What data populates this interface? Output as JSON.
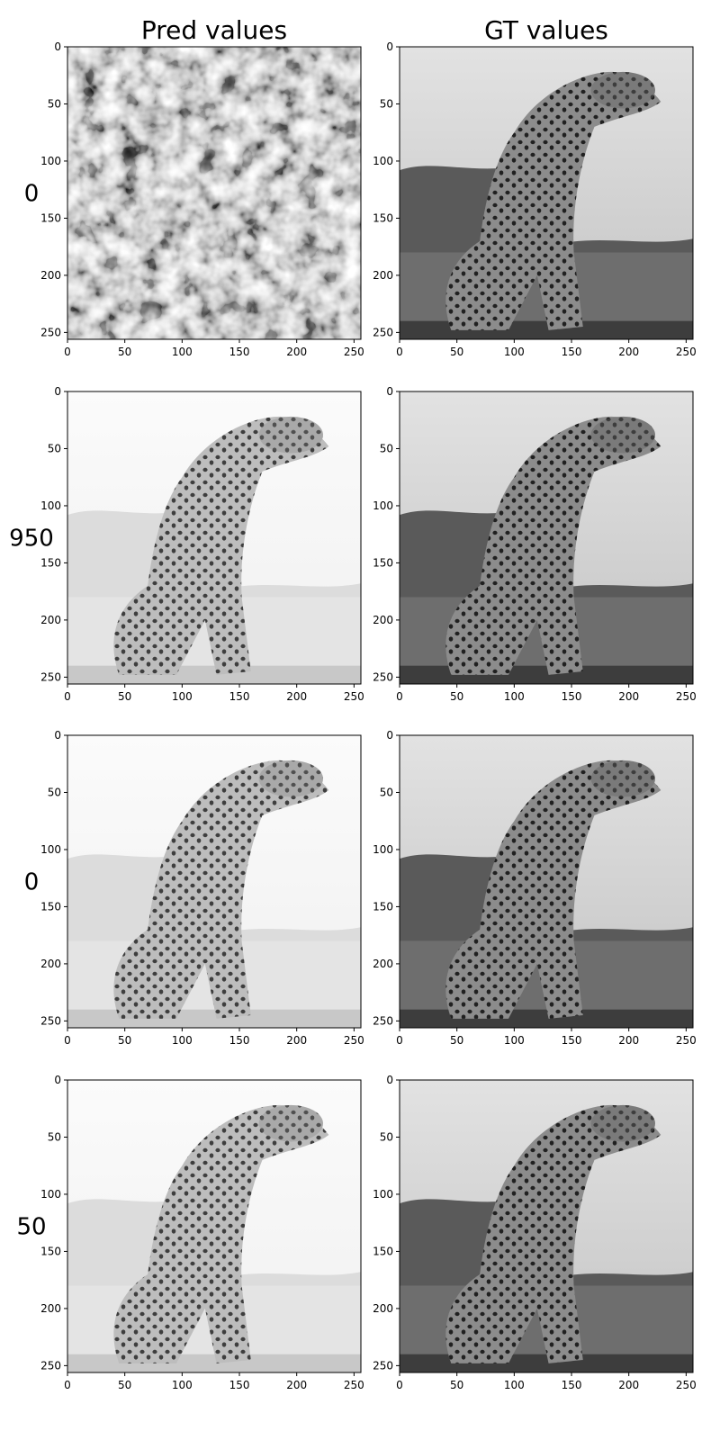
{
  "figure": {
    "column_titles": [
      "Pred values",
      "GT values"
    ],
    "row_labels": [
      "0",
      "950",
      "0",
      "50"
    ]
  },
  "chart_data": [
    {
      "type": "heatmap",
      "title": "Pred values",
      "row_label": "0",
      "panel": "pred",
      "variant": "noise",
      "xlim": [
        0,
        256
      ],
      "ylim": [
        256,
        0
      ],
      "xticks": [
        0,
        50,
        100,
        150,
        200,
        250
      ],
      "yticks": [
        0,
        50,
        100,
        150,
        200,
        250
      ],
      "grid": false,
      "colormap": "gray"
    },
    {
      "type": "heatmap",
      "title": "GT values",
      "row_label": "0",
      "panel": "gt",
      "variant": "cheetah-natural",
      "xlim": [
        0,
        256
      ],
      "ylim": [
        256,
        0
      ],
      "xticks": [
        0,
        50,
        100,
        150,
        200,
        250
      ],
      "yticks": [
        0,
        50,
        100,
        150,
        200,
        250
      ],
      "grid": false,
      "colormap": "gray"
    },
    {
      "type": "heatmap",
      "title": "",
      "row_label": "950",
      "panel": "pred",
      "variant": "cheetah-bright",
      "xlim": [
        0,
        256
      ],
      "ylim": [
        256,
        0
      ],
      "xticks": [
        0,
        50,
        100,
        150,
        200,
        250
      ],
      "yticks": [
        0,
        50,
        100,
        150,
        200,
        250
      ],
      "grid": false,
      "colormap": "gray"
    },
    {
      "type": "heatmap",
      "title": "",
      "row_label": "950",
      "panel": "gt",
      "variant": "cheetah-natural",
      "xlim": [
        0,
        256
      ],
      "ylim": [
        256,
        0
      ],
      "xticks": [
        0,
        50,
        100,
        150,
        200,
        250
      ],
      "yticks": [
        0,
        50,
        100,
        150,
        200,
        250
      ],
      "grid": false,
      "colormap": "gray"
    },
    {
      "type": "heatmap",
      "title": "",
      "row_label": "0",
      "panel": "pred",
      "variant": "cheetah-bright",
      "xlim": [
        0,
        256
      ],
      "ylim": [
        256,
        0
      ],
      "xticks": [
        0,
        50,
        100,
        150,
        200,
        250
      ],
      "yticks": [
        0,
        50,
        100,
        150,
        200,
        250
      ],
      "grid": false,
      "colormap": "gray"
    },
    {
      "type": "heatmap",
      "title": "",
      "row_label": "0",
      "panel": "gt",
      "variant": "cheetah-natural",
      "xlim": [
        0,
        256
      ],
      "ylim": [
        256,
        0
      ],
      "xticks": [
        0,
        50,
        100,
        150,
        200,
        250
      ],
      "yticks": [
        0,
        50,
        100,
        150,
        200,
        250
      ],
      "grid": false,
      "colormap": "gray"
    },
    {
      "type": "heatmap",
      "title": "",
      "row_label": "50",
      "panel": "pred",
      "variant": "cheetah-bright",
      "xlim": [
        0,
        256
      ],
      "ylim": [
        256,
        0
      ],
      "xticks": [
        0,
        50,
        100,
        150,
        200,
        250
      ],
      "yticks": [
        0,
        50,
        100,
        150,
        200,
        250
      ],
      "grid": false,
      "colormap": "gray"
    },
    {
      "type": "heatmap",
      "title": "",
      "row_label": "50",
      "panel": "gt",
      "variant": "cheetah-natural",
      "xlim": [
        0,
        256
      ],
      "ylim": [
        256,
        0
      ],
      "xticks": [
        0,
        50,
        100,
        150,
        200,
        250
      ],
      "yticks": [
        0,
        50,
        100,
        150,
        200,
        250
      ],
      "grid": false,
      "colormap": "gray"
    }
  ]
}
